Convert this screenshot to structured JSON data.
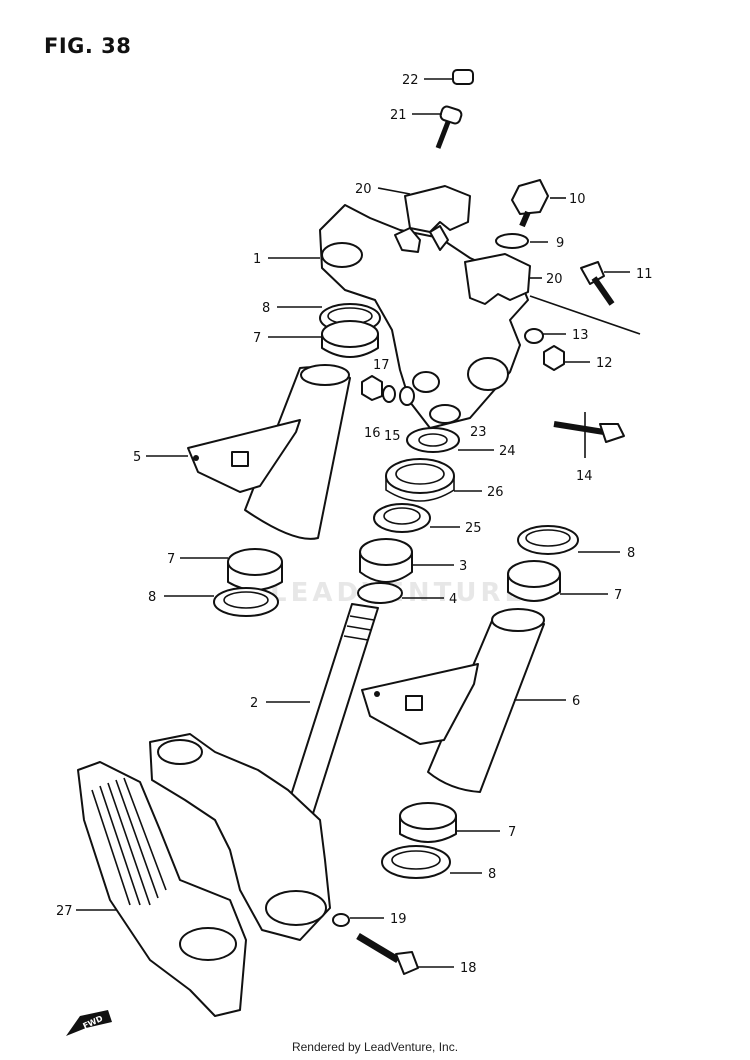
{
  "figure": {
    "title": "FIG. 38"
  },
  "watermark": "LEADVENTURE",
  "credit": "Rendered by LeadVenture, Inc.",
  "fwd_marker": "FWD",
  "callouts": [
    {
      "id": "22",
      "label": "22"
    },
    {
      "id": "21",
      "label": "21"
    },
    {
      "id": "20a",
      "label": "20"
    },
    {
      "id": "10",
      "label": "10"
    },
    {
      "id": "9",
      "label": "9"
    },
    {
      "id": "1",
      "label": "1"
    },
    {
      "id": "20b",
      "label": "20"
    },
    {
      "id": "11",
      "label": "11"
    },
    {
      "id": "8a",
      "label": "8"
    },
    {
      "id": "13",
      "label": "13"
    },
    {
      "id": "7a",
      "label": "7"
    },
    {
      "id": "17",
      "label": "17"
    },
    {
      "id": "12",
      "label": "12"
    },
    {
      "id": "16",
      "label": "16"
    },
    {
      "id": "15",
      "label": "15"
    },
    {
      "id": "23",
      "label": "23"
    },
    {
      "id": "5",
      "label": "5"
    },
    {
      "id": "24",
      "label": "24"
    },
    {
      "id": "14",
      "label": "14"
    },
    {
      "id": "26",
      "label": "26"
    },
    {
      "id": "25",
      "label": "25"
    },
    {
      "id": "7b",
      "label": "7"
    },
    {
      "id": "3",
      "label": "3"
    },
    {
      "id": "8b",
      "label": "8"
    },
    {
      "id": "8c",
      "label": "8"
    },
    {
      "id": "4",
      "label": "4"
    },
    {
      "id": "7c",
      "label": "7"
    },
    {
      "id": "2",
      "label": "2"
    },
    {
      "id": "6",
      "label": "6"
    },
    {
      "id": "7d",
      "label": "7"
    },
    {
      "id": "8d",
      "label": "8"
    },
    {
      "id": "27",
      "label": "27"
    },
    {
      "id": "19",
      "label": "19"
    },
    {
      "id": "18",
      "label": "18"
    }
  ]
}
